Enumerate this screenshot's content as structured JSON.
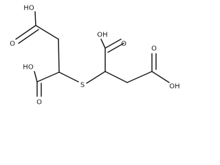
{
  "molecule": {
    "labels": {
      "oh_top_left": "HO",
      "o_top_left": "O",
      "oh_mid_left": "HO",
      "o_bottom_left": "O",
      "sulfur": "S",
      "oh_top_right": "OH",
      "o_mid_right": "O",
      "o_bottom_right": "O",
      "oh_bottom_right": "OH"
    }
  }
}
